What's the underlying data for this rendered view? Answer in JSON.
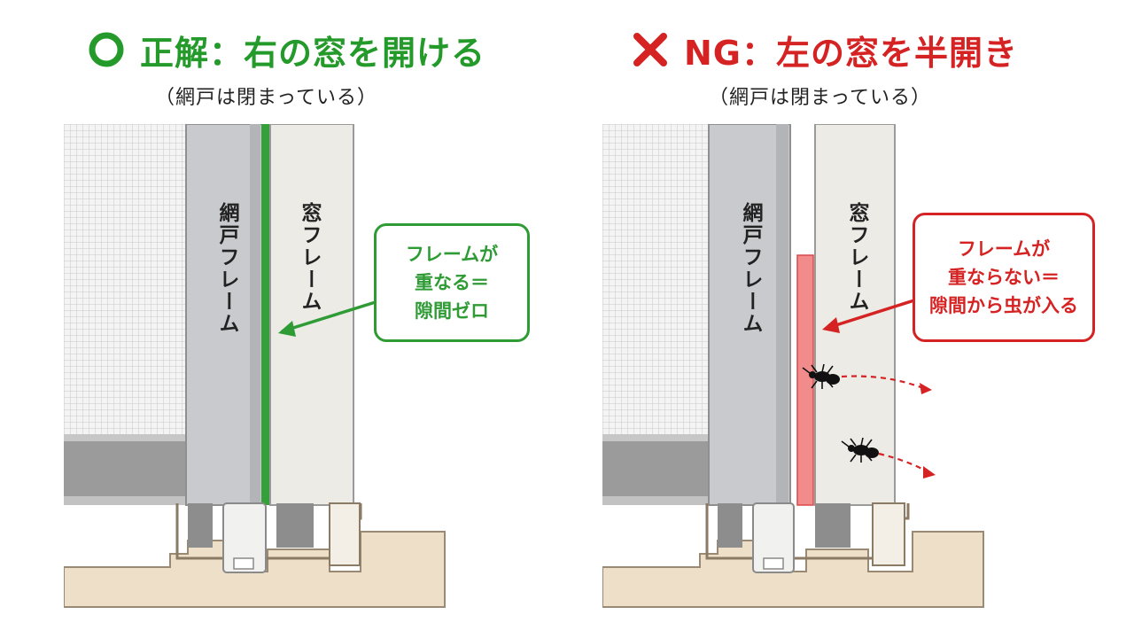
{
  "left": {
    "title": "正解：右の窓を開ける",
    "subtitle": "（網戸は閉まっている）",
    "screen_frame_label": "網戸フレーム",
    "window_frame_label": "窓フレーム",
    "callout": [
      "フレームが",
      "重なる＝",
      "隙間ゼロ"
    ],
    "mark_icon": "circle-check-icon",
    "accent": "#239a2a"
  },
  "right": {
    "title": "NG：左の窓を半開き",
    "subtitle": "（網戸は閉まっている）",
    "screen_frame_label": "網戸フレーム",
    "window_frame_label": "窓フレーム",
    "callout": [
      "フレームが",
      "重ならない＝",
      "隙間から虫が入る"
    ],
    "mark_icon": "cross-icon",
    "accent": "#d52222"
  }
}
